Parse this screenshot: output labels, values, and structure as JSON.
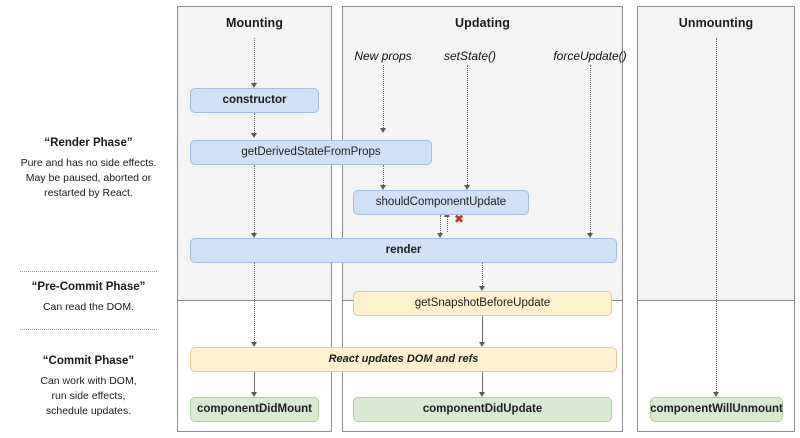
{
  "diagram": {
    "title": "React component lifecycle",
    "columns": [
      {
        "key": "mounting",
        "label": "Mounting"
      },
      {
        "key": "updating",
        "label": "Updating"
      },
      {
        "key": "unmounting",
        "label": "Unmounting"
      }
    ],
    "triggers": [
      {
        "key": "new-props",
        "label": "New props"
      },
      {
        "key": "set-state",
        "label": "setState()"
      },
      {
        "key": "force-update",
        "label": "forceUpdate()"
      }
    ],
    "phases": [
      {
        "key": "render",
        "title": "“Render Phase”",
        "body": "Pure and has no side effects.\nMay be paused, aborted or\nrestarted by React."
      },
      {
        "key": "pre-commit",
        "title": "“Pre-Commit Phase”",
        "body": "Can read the DOM."
      },
      {
        "key": "commit",
        "title": "“Commit Phase”",
        "body": "Can work with DOM,\nrun side effects,\nschedule updates."
      }
    ],
    "nodes": [
      {
        "key": "constructor",
        "label": "constructor",
        "color": "#cfe0f7",
        "style": "bold"
      },
      {
        "key": "get-derived-state",
        "label": "getDerivedStateFromProps",
        "color": "#cfe0f7",
        "style": "normal"
      },
      {
        "key": "should-component-update",
        "label": "shouldComponentUpdate",
        "color": "#cfe0f7",
        "style": "normal"
      },
      {
        "key": "render",
        "label": "render",
        "color": "#cfe0f7",
        "style": "bold"
      },
      {
        "key": "get-snapshot",
        "label": "getSnapshotBeforeUpdate",
        "color": "#fdf1cf",
        "style": "normal"
      },
      {
        "key": "react-updates-dom",
        "label": "React updates DOM and refs",
        "color": "#fdf1cf",
        "style": "italic"
      },
      {
        "key": "component-did-mount",
        "label": "componentDidMount",
        "color": "#d9ead2",
        "style": "bold"
      },
      {
        "key": "component-did-update",
        "label": "componentDidUpdate",
        "color": "#d9ead2",
        "style": "bold"
      },
      {
        "key": "component-will-unmount",
        "label": "componentWillUnmount",
        "color": "#d9ead2",
        "style": "bold"
      }
    ],
    "annotations": [
      {
        "key": "skip-update-x",
        "glyph": "✖",
        "color": "#d02b22",
        "meaning": "shouldComponentUpdate returns false"
      }
    ],
    "colors": {
      "panel_top_bg": "#f4f4f4",
      "panel_bottom_bg": "#ffffff",
      "panel_border": "#8d8d8d",
      "blue_fill": "#cfe0f7",
      "blue_border": "#a6bfe0",
      "yellow_fill": "#fdf1cf",
      "yellow_border": "#e3cf96",
      "green_fill": "#d9ead2",
      "green_border": "#b2cda6",
      "connector": "#6b6b6b",
      "x_mark": "#d02b22"
    }
  }
}
